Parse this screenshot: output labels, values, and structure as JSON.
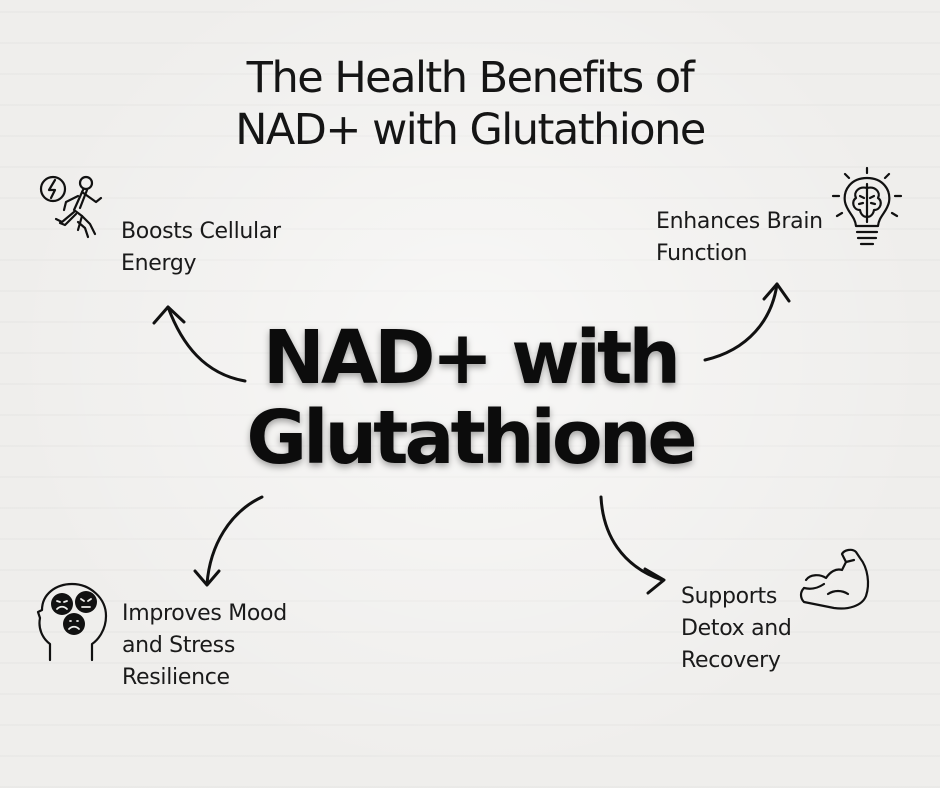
{
  "title": {
    "line1": "The Health Benefits of",
    "line2": "NAD+ with Glutathione"
  },
  "center": {
    "line1": "NAD+ with",
    "line2": "Glutathione"
  },
  "benefits": {
    "energy": {
      "line1": "Boosts Cellular",
      "line2": "Energy",
      "icon": "running-person-lightning-icon"
    },
    "brain": {
      "line1": "Enhances Brain",
      "line2": "Function",
      "icon": "brain-lightbulb-icon"
    },
    "mood": {
      "line1": "Improves Mood",
      "line2": "and Stress",
      "line3": "Resilience",
      "icon": "head-emotions-icon"
    },
    "detox": {
      "line1": "Supports",
      "line2": "Detox and",
      "line3": "Recovery",
      "icon": "flexed-arm-icon"
    }
  },
  "colors": {
    "background": "#efeeec",
    "text": "#111111"
  }
}
